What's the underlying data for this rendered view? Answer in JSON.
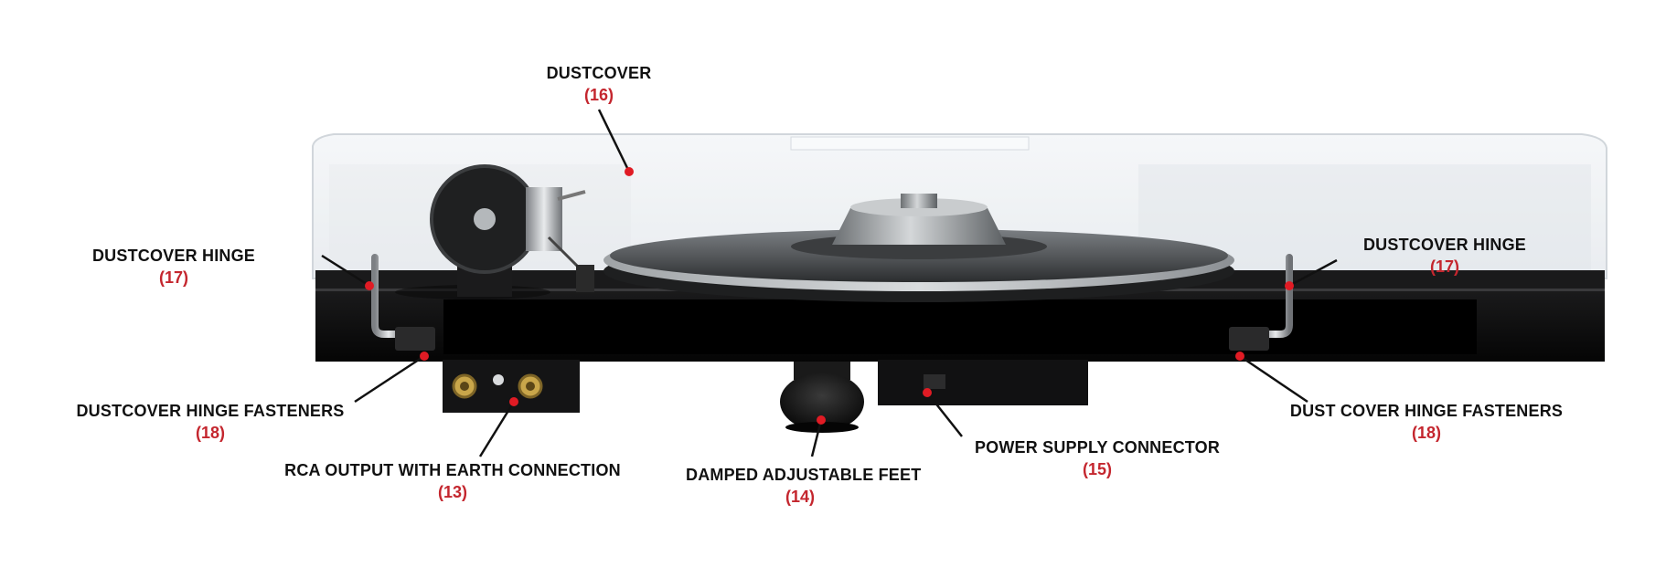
{
  "colors": {
    "label_text": "#111111",
    "label_number": "#c4262e",
    "dot": "#e01b24",
    "leader_line": "#111111",
    "plinth": "#0d0d0d",
    "dustcover": "#e9edf1",
    "platter": "#5a5d60"
  },
  "labels": {
    "dustcover": {
      "title": "DUSTCOVER",
      "number": "(16)"
    },
    "hinge_left": {
      "title": "DUSTCOVER HINGE",
      "number": "(17)"
    },
    "hinge_right": {
      "title": "DUSTCOVER HINGE",
      "number": "(17)"
    },
    "fasteners_left": {
      "title": "DUSTCOVER HINGE FASTENERS",
      "number": "(18)"
    },
    "fasteners_right": {
      "title": "DUST COVER HINGE FASTENERS",
      "number": "(18)"
    },
    "rca": {
      "title": "RCA OUTPUT WITH EARTH CONNECTION",
      "number": "(13)"
    },
    "feet": {
      "title": "DAMPED ADJUSTABLE FEET",
      "number": "(14)"
    },
    "power": {
      "title": "POWER SUPPLY CONNECTOR",
      "number": "(15)"
    }
  }
}
